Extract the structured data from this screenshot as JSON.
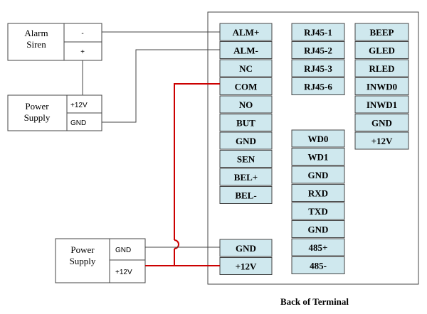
{
  "terminal": {
    "caption": "Back of Terminal",
    "col1": [
      "ALM+",
      "ALM-",
      "NC",
      "COM",
      "NO",
      "BUT",
      "GND",
      "SEN",
      "BEL+",
      "BEL-"
    ],
    "col1_power": [
      "GND",
      "+12V"
    ],
    "col2_top": [
      "RJ45-1",
      "RJ45-2",
      "RJ45-3",
      "RJ45-6"
    ],
    "col2_bottom": [
      "WD0",
      "WD1",
      "GND",
      "RXD",
      "TXD",
      "GND",
      "485+",
      "485-"
    ],
    "col3": [
      "BEEP",
      "GLED",
      "RLED",
      "INWD0",
      "INWD1",
      "GND",
      "+12V"
    ]
  },
  "alarm_siren": {
    "name_line1": "Alarm",
    "name_line2": "Siren",
    "terminals": [
      "-",
      "+"
    ]
  },
  "power_supply_top": {
    "name_line1": "Power",
    "name_line2": "Supply",
    "terminals": [
      "+12V",
      "GND"
    ]
  },
  "power_supply_bottom": {
    "name_line1": "Power",
    "name_line2": "Supply",
    "terminals": [
      "GND",
      "+12V"
    ]
  },
  "colors": {
    "pin_fill": "#cfe8ee",
    "wire_red": "#cc0000",
    "wire": "#444444"
  }
}
